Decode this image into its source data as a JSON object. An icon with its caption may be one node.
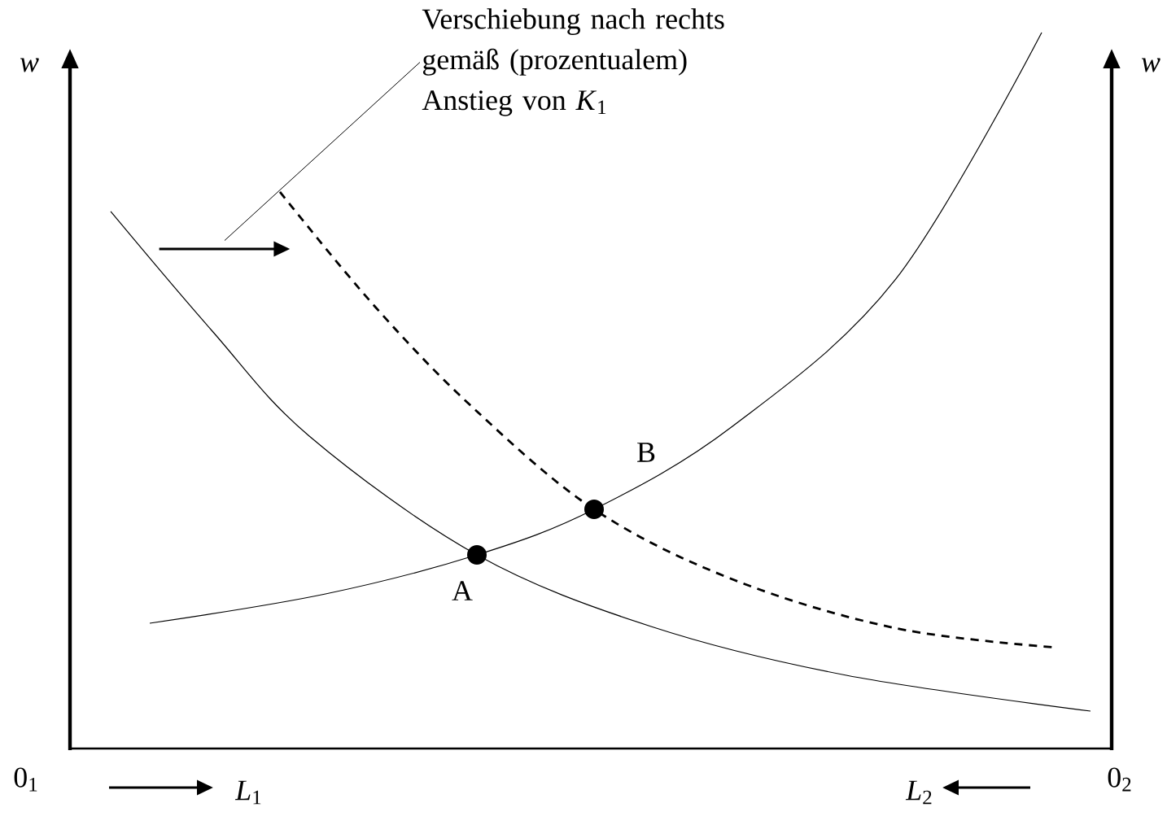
{
  "diagram": {
    "nodes": [
      {
        "text": [
          "Verschiebung nach rechts gemäß (prozentualem) Anstieg von *K*$_{1}$"
        ]
      },
      {
        "text": [],
        "shape": "arrow"
      },
      {
        "text": [],
        "shape": "circle",
        "beside": [
          "A"
        ]
      },
      {
        "text": [],
        "shape": "circle",
        "beside": [
          "B"
        ]
      }
    ],
    "edges": [
      {
        "from": 0,
        "to": 1,
        "arrow": "none"
      }
    ],
    "labels": [
      "w",
      "w",
      "0$_{1}$",
      "*L*$_{1}$",
      "*L*$_{2}$",
      "0$_{2}$"
    ]
  }
}
